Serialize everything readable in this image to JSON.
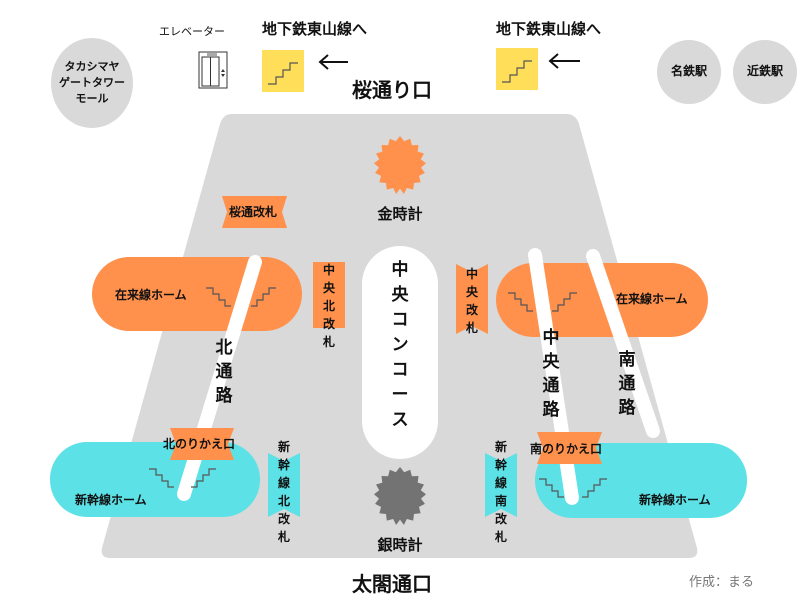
{
  "colors": {
    "concourse": "#d9d9d9",
    "conventional_platform": "#ff914d",
    "shinkansen_platform": "#5ce1e6",
    "gate": "#ff914d",
    "gold_clock": "#ff914d",
    "silver_clock": "#737373",
    "stairs_sign": "#ffde59",
    "passage": "#ffffff",
    "outside_landmark": "#d9d9d9"
  },
  "top": {
    "elevator_label": "エレベーター",
    "subway_left_label": "地下鉄東山線へ",
    "subway_right_label": "地下鉄東山線へ",
    "arrow_left": "←",
    "arrow_right": "←",
    "sakura_exit": "桜通り口"
  },
  "landmarks": {
    "takashimaya": [
      "タカシマヤ",
      "ゲートタワー",
      "モール"
    ],
    "meitetsu": "名鉄駅",
    "kintetsu": "近鉄駅"
  },
  "concourse": {
    "gold_clock": "金時計",
    "silver_clock": "銀時計",
    "central_concourse": [
      "中",
      "央",
      "コ",
      "ン",
      "コ",
      "ー",
      "ス"
    ],
    "sakura_gate": "桜通改札",
    "central_north_gate": [
      "中",
      "央",
      "北",
      "改",
      "札"
    ],
    "central_gate": [
      "中",
      "央",
      "改",
      "札"
    ],
    "shinkansen_north_gate": [
      "新",
      "幹",
      "線",
      "北",
      "改",
      "札"
    ],
    "shinkansen_south_gate": [
      "新",
      "幹",
      "線",
      "南",
      "改",
      "札"
    ],
    "north_transfer": "北のりかえ口",
    "south_transfer": "南のりかえ口",
    "north_passage": [
      "北",
      "通",
      "路"
    ],
    "central_passage": [
      "中",
      "央",
      "通",
      "路"
    ],
    "south_passage": [
      "南",
      "通",
      "路"
    ]
  },
  "platforms": {
    "conventional_left": "在来線ホーム",
    "conventional_right": "在来線ホーム",
    "shinkansen_left": "新幹線ホーム",
    "shinkansen_right": "新幹線ホーム"
  },
  "bottom": {
    "taiko_exit": "太閤通口",
    "credit": "作成：まる"
  }
}
